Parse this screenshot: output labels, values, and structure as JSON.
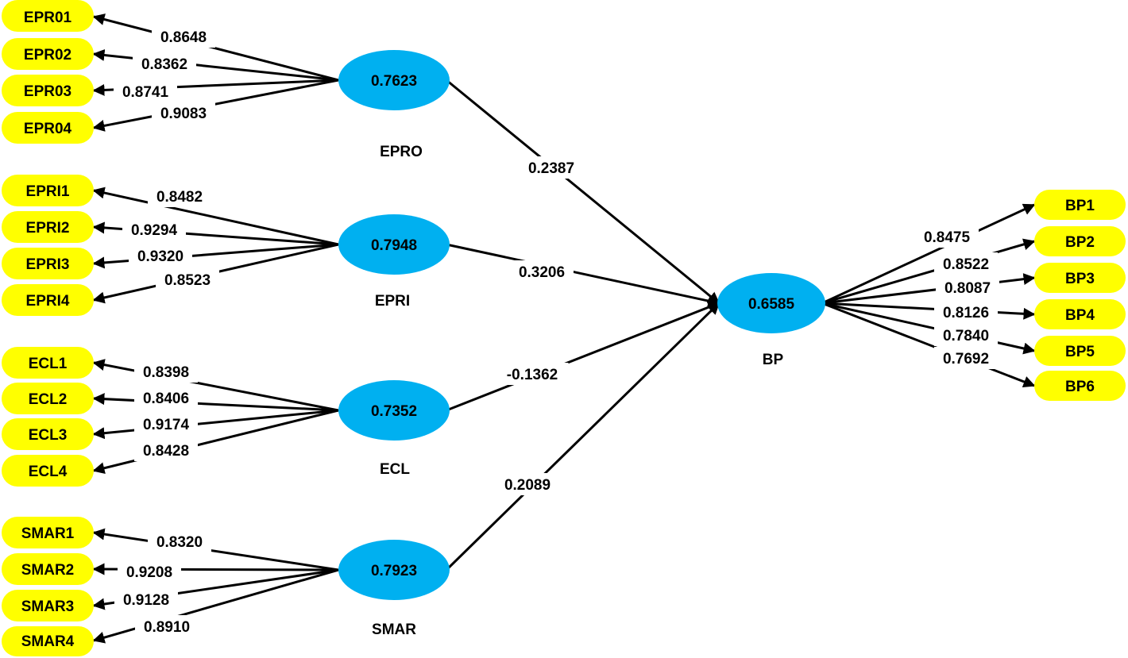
{
  "latents": [
    {
      "id": "EPRO",
      "name": "EPRO",
      "value": "0.7623"
    },
    {
      "id": "EPRI",
      "name": "EPRI",
      "value": "0.7948"
    },
    {
      "id": "ECL",
      "name": "ECL",
      "value": "0.7352"
    },
    {
      "id": "SMAR",
      "name": "SMAR",
      "value": "0.7923"
    },
    {
      "id": "BP",
      "name": "BP",
      "value": "0.6585"
    }
  ],
  "indicators": [
    {
      "id": "EPR01",
      "label": "EPR01",
      "latent": "EPRO",
      "loading": "0.8648"
    },
    {
      "id": "EPR02",
      "label": "EPR02",
      "latent": "EPRO",
      "loading": "0.8362"
    },
    {
      "id": "EPR03",
      "label": "EPR03",
      "latent": "EPRO",
      "loading": "0.8741"
    },
    {
      "id": "EPR04",
      "label": "EPR04",
      "latent": "EPRO",
      "loading": "0.9083"
    },
    {
      "id": "EPRI1",
      "label": "EPRI1",
      "latent": "EPRI",
      "loading": "0.8482"
    },
    {
      "id": "EPRI2",
      "label": "EPRI2",
      "latent": "EPRI",
      "loading": "0.9294"
    },
    {
      "id": "EPRI3",
      "label": "EPRI3",
      "latent": "EPRI",
      "loading": "0.9320"
    },
    {
      "id": "EPRI4",
      "label": "EPRI4",
      "latent": "EPRI",
      "loading": "0.8523"
    },
    {
      "id": "ECL1",
      "label": "ECL1",
      "latent": "ECL",
      "loading": "0.8398"
    },
    {
      "id": "ECL2",
      "label": "ECL2",
      "latent": "ECL",
      "loading": "0.8406"
    },
    {
      "id": "ECL3",
      "label": "ECL3",
      "latent": "ECL",
      "loading": "0.9174"
    },
    {
      "id": "ECL4",
      "label": "ECL4",
      "latent": "ECL",
      "loading": "0.8428"
    },
    {
      "id": "SMAR1",
      "label": "SMAR1",
      "latent": "SMAR",
      "loading": "0.8320"
    },
    {
      "id": "SMAR2",
      "label": "SMAR2",
      "latent": "SMAR",
      "loading": "0.9208"
    },
    {
      "id": "SMAR3",
      "label": "SMAR3",
      "latent": "SMAR",
      "loading": "0.9128"
    },
    {
      "id": "SMAR4",
      "label": "SMAR4",
      "latent": "SMAR",
      "loading": "0.8910"
    },
    {
      "id": "BP1",
      "label": "BP1",
      "latent": "BP",
      "loading": "0.8475"
    },
    {
      "id": "BP2",
      "label": "BP2",
      "latent": "BP",
      "loading": "0.8522"
    },
    {
      "id": "BP3",
      "label": "BP3",
      "latent": "BP",
      "loading": "0.8087"
    },
    {
      "id": "BP4",
      "label": "BP4",
      "latent": "BP",
      "loading": "0.8126"
    },
    {
      "id": "BP5",
      "label": "BP5",
      "latent": "BP",
      "loading": "0.7840"
    },
    {
      "id": "BP6",
      "label": "BP6",
      "latent": "BP",
      "loading": "0.7692"
    }
  ],
  "paths": [
    {
      "from": "EPRO",
      "to": "BP",
      "coefficient": "0.2387"
    },
    {
      "from": "EPRI",
      "to": "BP",
      "coefficient": "0.3206"
    },
    {
      "from": "ECL",
      "to": "BP",
      "coefficient": "-0.1362"
    },
    {
      "from": "SMAR",
      "to": "BP",
      "coefficient": "0.2089"
    }
  ],
  "colors": {
    "indicator": "#FFFF00",
    "latent": "#00B0F0",
    "line": "#000000"
  }
}
